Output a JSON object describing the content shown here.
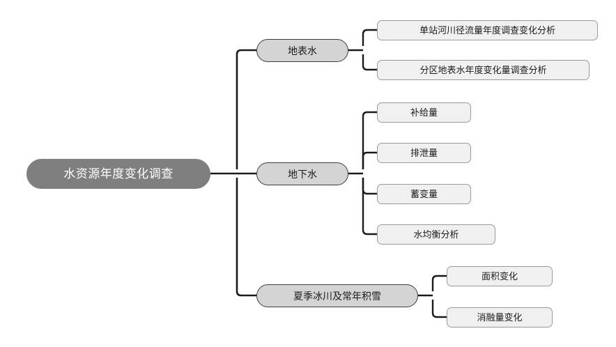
{
  "diagram": {
    "type": "mind-map",
    "title": "水资源年度变化调查",
    "orientation": "left-to-right",
    "colors": {
      "root_fill": "#7f7f7f",
      "root_text": "#ffffff",
      "level2_fill": "#d4d4d4",
      "level2_border": "#3b3b3b",
      "level3_fill": "#f0f0f0",
      "level3_border": "#9a9a9a",
      "edge": "#1a1a1a",
      "background": "#ffffff"
    },
    "root": {
      "label": "水资源年度变化调查"
    },
    "branches": [
      {
        "label": "地表水",
        "children": [
          {
            "label": "单站河川径流量年度调查变化分析"
          },
          {
            "label": "分区地表水年度变化量调查分析"
          }
        ]
      },
      {
        "label": "地下水",
        "children": [
          {
            "label": "补给量"
          },
          {
            "label": "排泄量"
          },
          {
            "label": "蓄变量"
          },
          {
            "label": "水均衡分析"
          }
        ]
      },
      {
        "label": "夏季冰川及常年积雪",
        "children": [
          {
            "label": "面积变化"
          },
          {
            "label": "消融量变化"
          }
        ]
      }
    ]
  }
}
